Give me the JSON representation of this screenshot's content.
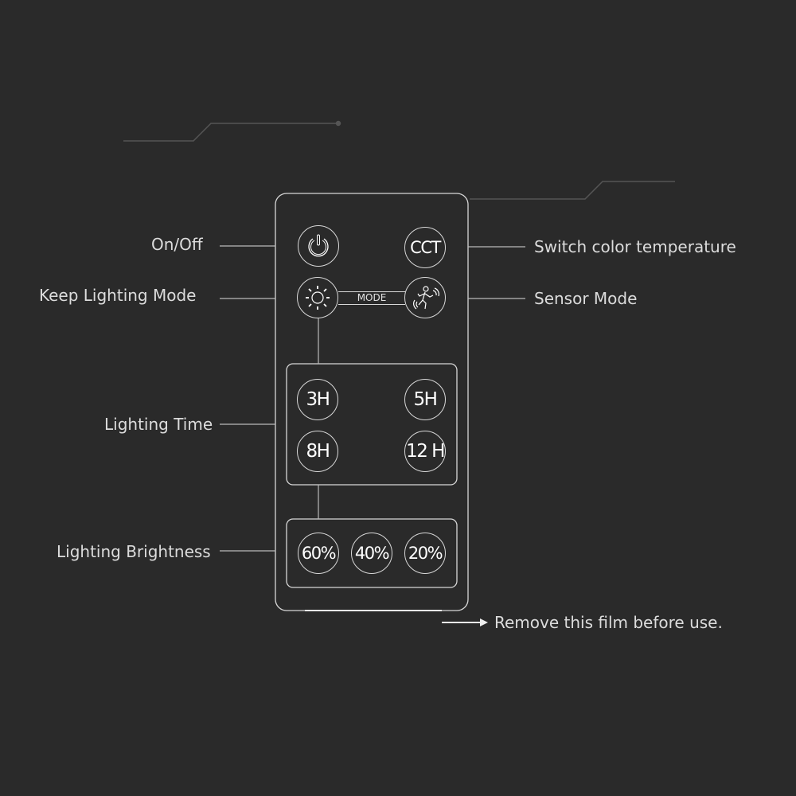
{
  "labels": {
    "on_off": "On/Off",
    "keep_lighting_mode": "Keep Lighting Mode",
    "lighting_time": "Lighting Time",
    "lighting_brightness": "Lighting Brightness",
    "switch_color_temperature": "Switch color temperature",
    "sensor_mode": "Sensor Mode",
    "film_note": "Remove this film before use."
  },
  "remote": {
    "power_icon": "power-icon",
    "cct": "CCT",
    "sun_icon": "sun-icon",
    "mode": "MODE",
    "sensor_icon": "motion-sensor-icon",
    "time_buttons": [
      "3H",
      "5H",
      "8H",
      "12 H"
    ],
    "brightness_buttons": [
      "60%",
      "40%",
      "20%"
    ]
  },
  "colors": {
    "background": "#2a2a2a",
    "line": "#d8d8d8"
  }
}
